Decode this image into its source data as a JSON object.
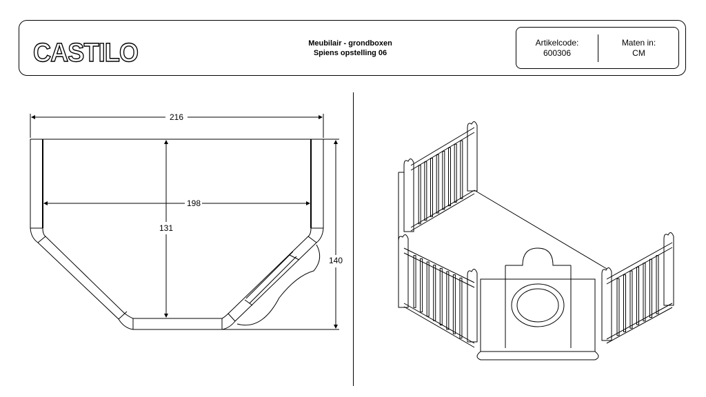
{
  "header": {
    "brand": "CASTILO",
    "subject_line1": "Meubilair - grondboxen",
    "subject_line2": "Spiens opstelling 06",
    "article_label": "Artikelcode:",
    "article_code": "600306",
    "units_label": "Maten in:",
    "units_value": "CM"
  },
  "top_view": {
    "dim_total_width": "216",
    "dim_inner_width": "198",
    "dim_inner_depth": "131",
    "dim_total_depth": "140"
  }
}
